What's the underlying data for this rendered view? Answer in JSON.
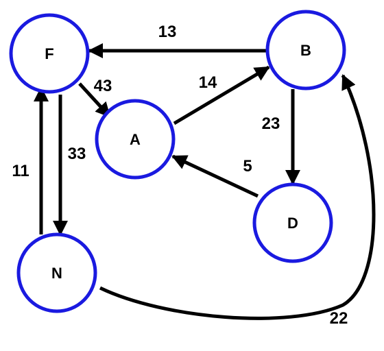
{
  "colors": {
    "node_stroke": "#1a1ae0",
    "edge": "#000000",
    "text": "#000000",
    "background": "#ffffff"
  },
  "nodes": {
    "F": {
      "label": "F"
    },
    "B": {
      "label": "B"
    },
    "A": {
      "label": "A"
    },
    "D": {
      "label": "D"
    },
    "N": {
      "label": "N"
    }
  },
  "edges": [
    {
      "from": "B",
      "to": "F",
      "weight": "13"
    },
    {
      "from": "F",
      "to": "A",
      "weight": "43"
    },
    {
      "from": "A",
      "to": "B",
      "weight": "14"
    },
    {
      "from": "B",
      "to": "D",
      "weight": "23"
    },
    {
      "from": "D",
      "to": "A",
      "weight": "5"
    },
    {
      "from": "F",
      "to": "N",
      "weight": "33"
    },
    {
      "from": "N",
      "to": "F",
      "weight": "11"
    },
    {
      "from": "N",
      "to": "B",
      "weight": "22"
    }
  ]
}
